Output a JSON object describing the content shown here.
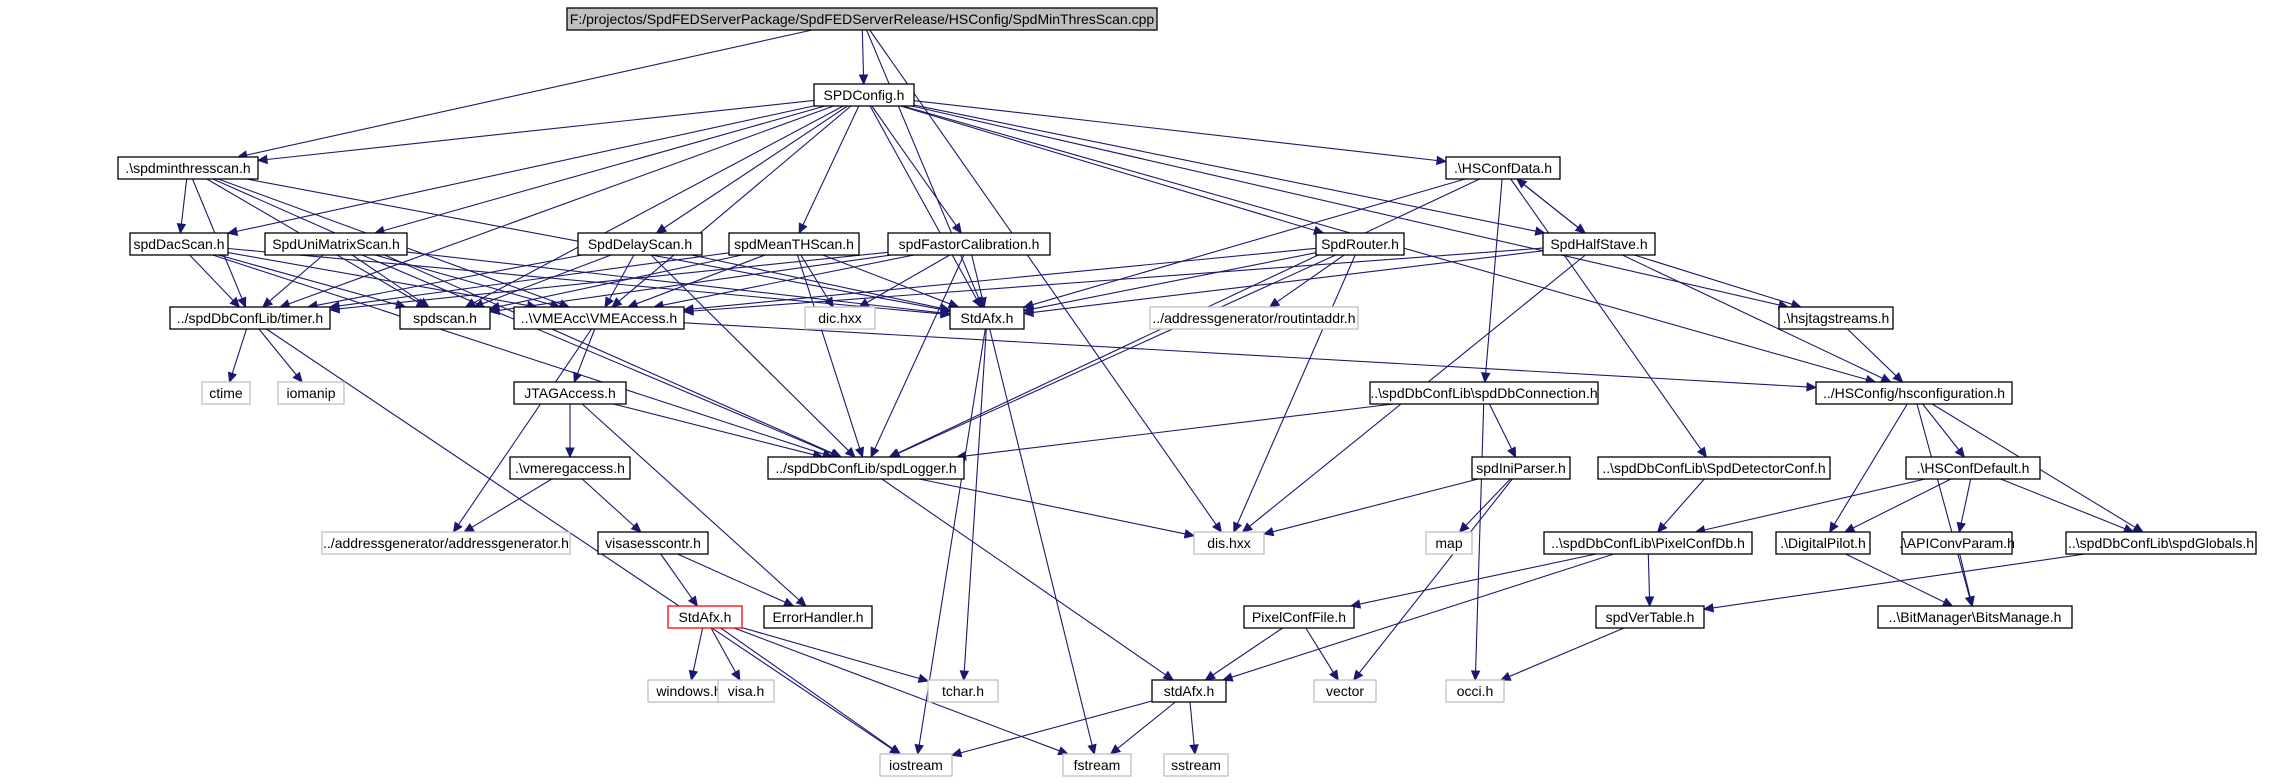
{
  "graph": {
    "title_node": "F:/projectos/SpdFEDServerPackage/SpdFEDServerRelease/HSConfig/SpdMinThresScan.cpp",
    "colors": {
      "edge": "#191970",
      "root_fill": "#bfbfbf",
      "external_border": "#bfbfbf",
      "highlight_border": "#ff0000"
    },
    "nodes": [
      {
        "id": "root",
        "label": "F:/projectos/SpdFEDServerPackage/SpdFEDServerRelease/HSConfig/SpdMinThresScan.cpp",
        "kind": "root"
      },
      {
        "id": "spdconfig",
        "label": "SPDConfig.h",
        "kind": "normal"
      },
      {
        "id": "spdminthresscan",
        "label": ".\\spdminthresscan.h",
        "kind": "normal"
      },
      {
        "id": "hsconfdata",
        "label": ".\\HSConfData.h",
        "kind": "normal"
      },
      {
        "id": "spddacscan",
        "label": "spdDacScan.h",
        "kind": "normal"
      },
      {
        "id": "spduni",
        "label": "SpdUniMatrixScan.h",
        "kind": "normal"
      },
      {
        "id": "spddelay",
        "label": "SpdDelayScan.h",
        "kind": "normal"
      },
      {
        "id": "spdmeanth",
        "label": "spdMeanTHScan.h",
        "kind": "normal"
      },
      {
        "id": "spdfastor",
        "label": "spdFastorCalibration.h",
        "kind": "normal"
      },
      {
        "id": "spdrouter",
        "label": "SpdRouter.h",
        "kind": "normal"
      },
      {
        "id": "spdhalfstave",
        "label": "SpdHalfStave.h",
        "kind": "normal"
      },
      {
        "id": "timer",
        "label": "../spdDbConfLib/timer.h",
        "kind": "normal"
      },
      {
        "id": "spdscan",
        "label": "spdscan.h",
        "kind": "normal"
      },
      {
        "id": "vmeaccess",
        "label": "..\\VMEAcc\\VMEAccess.h",
        "kind": "normal"
      },
      {
        "id": "dichxx",
        "label": "dic.hxx",
        "kind": "external"
      },
      {
        "id": "stdafx1",
        "label": "StdAfx.h",
        "kind": "normal"
      },
      {
        "id": "routintaddr",
        "label": "../addressgenerator/routintaddr.h",
        "kind": "external"
      },
      {
        "id": "hsjtag",
        "label": ".\\hsjtagstreams.h",
        "kind": "normal"
      },
      {
        "id": "ctime",
        "label": "ctime",
        "kind": "external"
      },
      {
        "id": "iomanip",
        "label": "iomanip",
        "kind": "external"
      },
      {
        "id": "jtagaccess",
        "label": "JTAGAccess.h",
        "kind": "normal"
      },
      {
        "id": "spddbconn",
        "label": "..\\spdDbConfLib\\spdDbConnection.h",
        "kind": "normal"
      },
      {
        "id": "hsconfiguration",
        "label": "../HSConfig/hsconfiguration.h",
        "kind": "normal"
      },
      {
        "id": "vmeregaccess",
        "label": ".\\vmeregaccess.h",
        "kind": "normal"
      },
      {
        "id": "spdlogger",
        "label": "../spdDbConfLib/spdLogger.h",
        "kind": "normal"
      },
      {
        "id": "spdiniparser",
        "label": "spdIniParser.h",
        "kind": "normal"
      },
      {
        "id": "spddetconf",
        "label": "..\\spdDbConfLib\\SpdDetectorConf.h",
        "kind": "normal"
      },
      {
        "id": "hsconfdefault",
        "label": ".\\HSConfDefault.h",
        "kind": "normal"
      },
      {
        "id": "addrgen",
        "label": "../addressgenerator/addressgenerator.h",
        "kind": "external"
      },
      {
        "id": "visasess",
        "label": "visasesscontr.h",
        "kind": "normal"
      },
      {
        "id": "map",
        "label": "map",
        "kind": "external"
      },
      {
        "id": "dishxx",
        "label": "dis.hxx",
        "kind": "external"
      },
      {
        "id": "pixelconfdb",
        "label": "..\\spdDbConfLib\\PixelConfDb.h",
        "kind": "normal"
      },
      {
        "id": "digitalpilot",
        "label": ".\\DigitalPilot.h",
        "kind": "normal"
      },
      {
        "id": "apiconv",
        "label": ".\\APIConvParam.h",
        "kind": "normal"
      },
      {
        "id": "spdglobals",
        "label": "..\\spdDbConfLib\\spdGlobals.h",
        "kind": "normal"
      },
      {
        "id": "stdafx2",
        "label": "StdAfx.h",
        "kind": "highlight"
      },
      {
        "id": "errorhandler",
        "label": "ErrorHandler.h",
        "kind": "normal"
      },
      {
        "id": "pixelconffile",
        "label": "PixelConfFile.h",
        "kind": "normal"
      },
      {
        "id": "spdvertable",
        "label": "spdVerTable.h",
        "kind": "normal"
      },
      {
        "id": "bitsmanage",
        "label": "..\\BitManager\\BitsManage.h",
        "kind": "normal"
      },
      {
        "id": "windowsh",
        "label": "windows.h",
        "kind": "external"
      },
      {
        "id": "visah",
        "label": "visa.h",
        "kind": "external"
      },
      {
        "id": "tcharh",
        "label": "tchar.h",
        "kind": "external"
      },
      {
        "id": "stdafx3",
        "label": "stdAfx.h",
        "kind": "normal"
      },
      {
        "id": "vector",
        "label": "vector",
        "kind": "external"
      },
      {
        "id": "occih",
        "label": "occi.h",
        "kind": "external"
      },
      {
        "id": "iostream",
        "label": "iostream",
        "kind": "external"
      },
      {
        "id": "fstream",
        "label": "fstream",
        "kind": "external"
      },
      {
        "id": "sstream",
        "label": "sstream",
        "kind": "external"
      }
    ],
    "edges": [
      [
        "root",
        "spdconfig"
      ],
      [
        "root",
        "spdminthresscan"
      ],
      [
        "root",
        "stdafx1"
      ],
      [
        "root",
        "dishxx"
      ],
      [
        "spdconfig",
        "spdminthresscan"
      ],
      [
        "spdconfig",
        "spddacscan"
      ],
      [
        "spdconfig",
        "spduni"
      ],
      [
        "spdconfig",
        "spddelay"
      ],
      [
        "spdconfig",
        "spdmeanth"
      ],
      [
        "spdconfig",
        "spdfastor"
      ],
      [
        "spdconfig",
        "spdrouter"
      ],
      [
        "spdconfig",
        "spdhalfstave"
      ],
      [
        "spdconfig",
        "hsconfdata"
      ],
      [
        "spdconfig",
        "timer"
      ],
      [
        "spdconfig",
        "spdscan"
      ],
      [
        "spdconfig",
        "vmeaccess"
      ],
      [
        "spdconfig",
        "stdafx1"
      ],
      [
        "spdconfig",
        "hsjtag"
      ],
      [
        "spdconfig",
        "hsconfiguration"
      ],
      [
        "spdminthresscan",
        "spddacscan"
      ],
      [
        "spdminthresscan",
        "timer"
      ],
      [
        "spdminthresscan",
        "spdscan"
      ],
      [
        "spdminthresscan",
        "vmeaccess"
      ],
      [
        "spdminthresscan",
        "stdafx1"
      ],
      [
        "spdminthresscan",
        "spdlogger"
      ],
      [
        "spddacscan",
        "timer"
      ],
      [
        "spddacscan",
        "spdscan"
      ],
      [
        "spddacscan",
        "vmeaccess"
      ],
      [
        "spddacscan",
        "stdafx1"
      ],
      [
        "spddacscan",
        "spdlogger"
      ],
      [
        "spduni",
        "timer"
      ],
      [
        "spduni",
        "spdscan"
      ],
      [
        "spduni",
        "vmeaccess"
      ],
      [
        "spduni",
        "stdafx1"
      ],
      [
        "spduni",
        "spdlogger"
      ],
      [
        "spddelay",
        "timer"
      ],
      [
        "spddelay",
        "spdscan"
      ],
      [
        "spddelay",
        "vmeaccess"
      ],
      [
        "spddelay",
        "stdafx1"
      ],
      [
        "spddelay",
        "spdlogger"
      ],
      [
        "spdmeanth",
        "timer"
      ],
      [
        "spdmeanth",
        "spdscan"
      ],
      [
        "spdmeanth",
        "vmeaccess"
      ],
      [
        "spdmeanth",
        "dichxx"
      ],
      [
        "spdmeanth",
        "stdafx1"
      ],
      [
        "spdmeanth",
        "spdlogger"
      ],
      [
        "spdfastor",
        "timer"
      ],
      [
        "spdfastor",
        "spdscan"
      ],
      [
        "spdfastor",
        "vmeaccess"
      ],
      [
        "spdfastor",
        "dichxx"
      ],
      [
        "spdfastor",
        "stdafx1"
      ],
      [
        "spdfastor",
        "spdlogger"
      ],
      [
        "spdrouter",
        "vmeaccess"
      ],
      [
        "spdrouter",
        "routintaddr"
      ],
      [
        "spdrouter",
        "stdafx1"
      ],
      [
        "spdrouter",
        "spdlogger"
      ],
      [
        "spdrouter",
        "dishxx"
      ],
      [
        "spdhalfstave",
        "hsconfdata"
      ],
      [
        "spdhalfstave",
        "vmeaccess"
      ],
      [
        "spdhalfstave",
        "stdafx1"
      ],
      [
        "spdhalfstave",
        "hsjtag"
      ],
      [
        "spdhalfstave",
        "hsconfiguration"
      ],
      [
        "spdhalfstave",
        "dishxx"
      ],
      [
        "hsconfdata",
        "spdhalfstave"
      ],
      [
        "hsconfdata",
        "stdafx1"
      ],
      [
        "hsconfdata",
        "spddbconn"
      ],
      [
        "hsconfdata",
        "spddetconf"
      ],
      [
        "hsconfdata",
        "spdlogger"
      ],
      [
        "timer",
        "ctime"
      ],
      [
        "timer",
        "iomanip"
      ],
      [
        "timer",
        "iostream"
      ],
      [
        "vmeaccess",
        "jtagaccess"
      ],
      [
        "vmeaccess",
        "addrgen"
      ],
      [
        "vmeaccess",
        "hsconfiguration"
      ],
      [
        "stdafx1",
        "tcharh"
      ],
      [
        "stdafx1",
        "iostream"
      ],
      [
        "stdafx1",
        "fstream"
      ],
      [
        "hsjtag",
        "hsconfiguration"
      ],
      [
        "jtagaccess",
        "vmeregaccess"
      ],
      [
        "jtagaccess",
        "spdlogger"
      ],
      [
        "jtagaccess",
        "errorhandler"
      ],
      [
        "vmeregaccess",
        "addrgen"
      ],
      [
        "vmeregaccess",
        "visasess"
      ],
      [
        "visasess",
        "stdafx2"
      ],
      [
        "visasess",
        "errorhandler"
      ],
      [
        "spddbconn",
        "spdlogger"
      ],
      [
        "spddbconn",
        "spdiniparser"
      ],
      [
        "spddbconn",
        "occih"
      ],
      [
        "hsconfiguration",
        "hsconfdefault"
      ],
      [
        "hsconfiguration",
        "digitalpilot"
      ],
      [
        "hsconfiguration",
        "spdglobals"
      ],
      [
        "hsconfiguration",
        "bitsmanage"
      ],
      [
        "spdlogger",
        "dishxx"
      ],
      [
        "spdlogger",
        "stdafx3"
      ],
      [
        "spdiniparser",
        "map"
      ],
      [
        "spdiniparser",
        "dishxx"
      ],
      [
        "spdiniparser",
        "vector"
      ],
      [
        "spddetconf",
        "pixelconfdb"
      ],
      [
        "hsconfdefault",
        "pixelconfdb"
      ],
      [
        "hsconfdefault",
        "digitalpilot"
      ],
      [
        "hsconfdefault",
        "apiconv"
      ],
      [
        "hsconfdefault",
        "spdglobals"
      ],
      [
        "pixelconfdb",
        "pixelconffile"
      ],
      [
        "pixelconfdb",
        "spdvertable"
      ],
      [
        "pixelconfdb",
        "stdafx3"
      ],
      [
        "digitalpilot",
        "bitsmanage"
      ],
      [
        "apiconv",
        "bitsmanage"
      ],
      [
        "spdglobals",
        "spdvertable"
      ],
      [
        "pixelconffile",
        "stdafx3"
      ],
      [
        "pixelconffile",
        "vector"
      ],
      [
        "spdvertable",
        "occih"
      ],
      [
        "stdafx2",
        "windowsh"
      ],
      [
        "stdafx2",
        "visah"
      ],
      [
        "stdafx2",
        "tcharh"
      ],
      [
        "stdafx2",
        "iostream"
      ],
      [
        "stdafx2",
        "fstream"
      ],
      [
        "stdafx3",
        "iostream"
      ],
      [
        "stdafx3",
        "fstream"
      ],
      [
        "stdafx3",
        "sstream"
      ]
    ]
  }
}
